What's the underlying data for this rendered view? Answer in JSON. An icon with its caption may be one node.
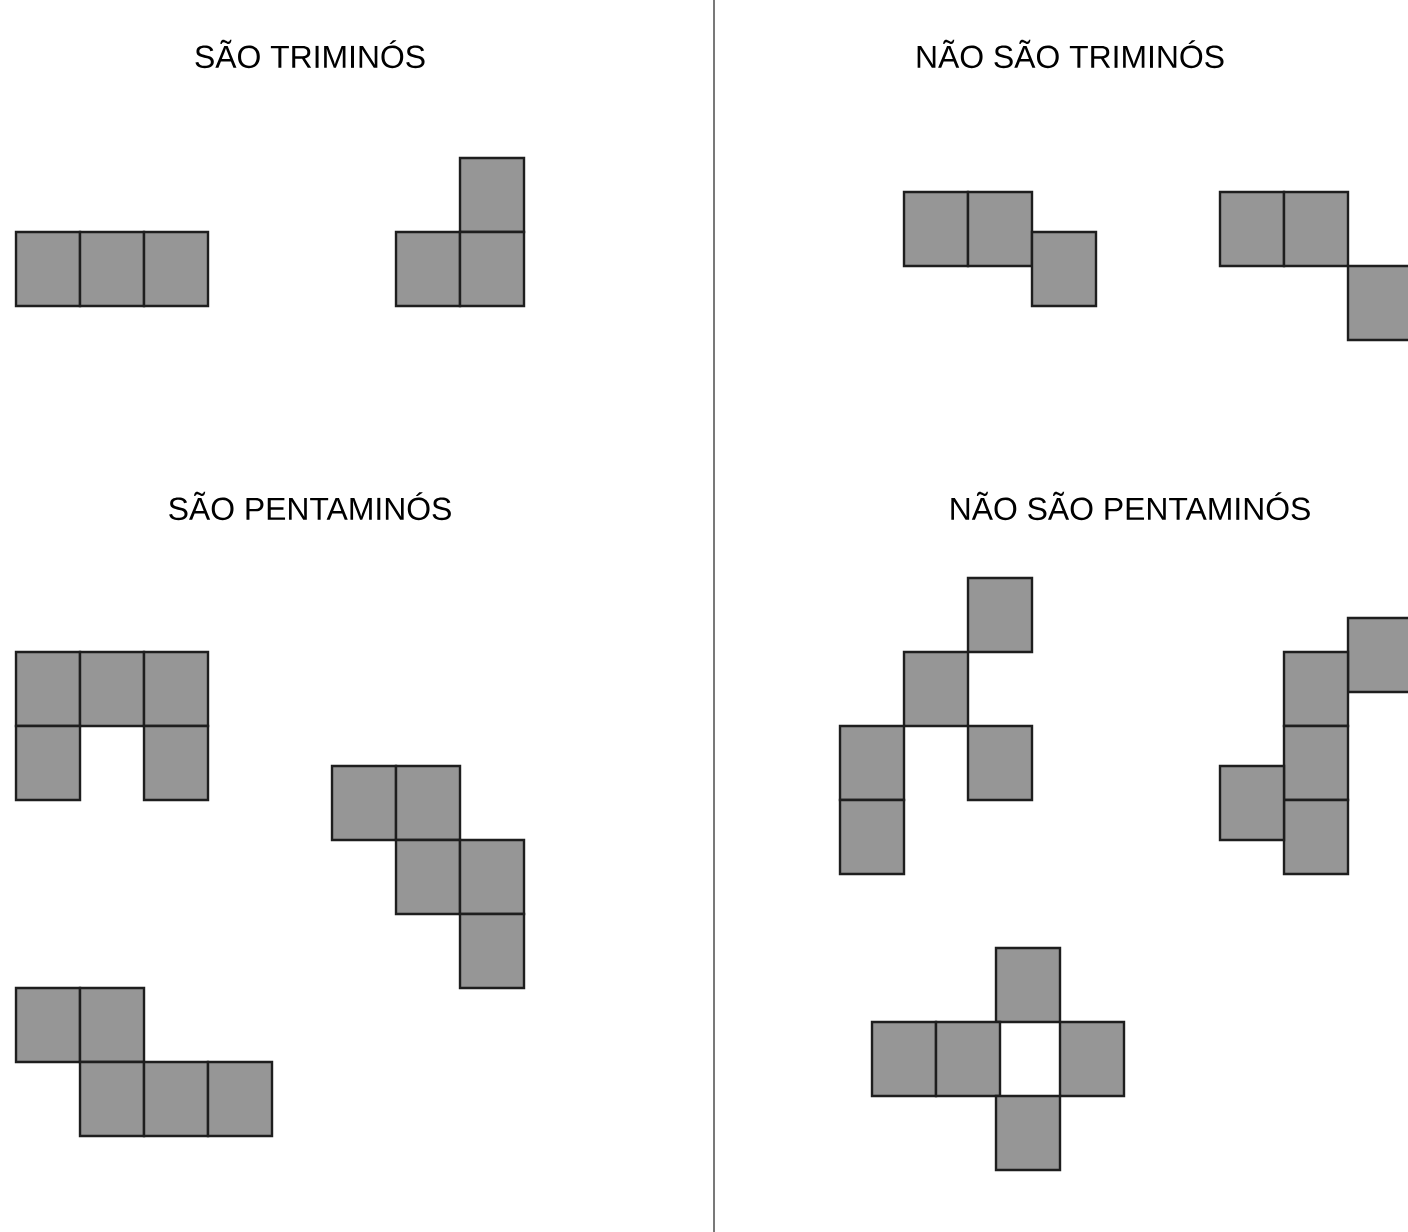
{
  "diagram": {
    "labels": [
      "SÃO TRIMINÓS",
      "NÃO SÃO TRIMINÓS",
      "SÃO PENTAMINÓS",
      "NÃO SÃO PENTAMINÓS"
    ]
  }
}
